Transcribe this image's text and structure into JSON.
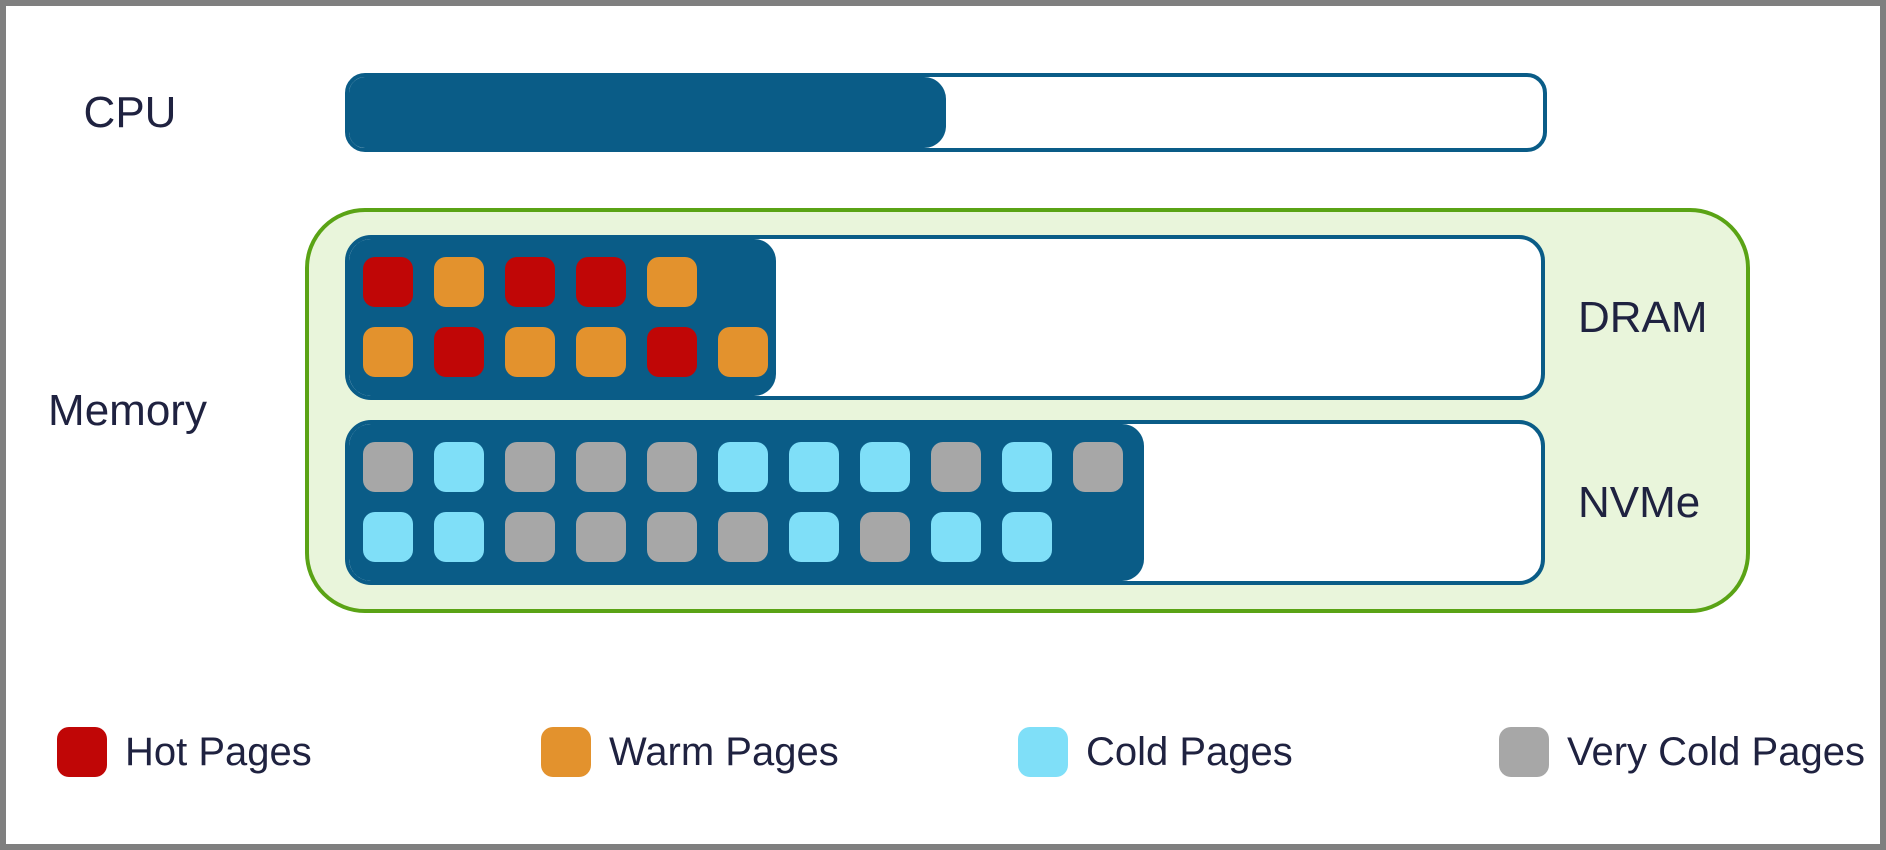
{
  "cpu": {
    "label": "CPU",
    "fill_percent": 50
  },
  "memory": {
    "label": "Memory",
    "tiers": [
      {
        "id": "dram",
        "label": "DRAM",
        "fill_percent": 35.8,
        "rows": [
          [
            "hot",
            "warm",
            "hot",
            "hot",
            "warm"
          ],
          [
            "warm",
            "hot",
            "warm",
            "warm",
            "hot",
            "warm"
          ]
        ]
      },
      {
        "id": "nvme",
        "label": "NVMe",
        "fill_percent": 66.7,
        "rows": [
          [
            "very_cold",
            "cold",
            "very_cold",
            "very_cold",
            "very_cold",
            "cold",
            "cold",
            "cold",
            "very_cold",
            "cold",
            "very_cold"
          ],
          [
            "cold",
            "cold",
            "very_cold",
            "very_cold",
            "very_cold",
            "very_cold",
            "cold",
            "very_cold",
            "cold",
            "cold"
          ]
        ]
      }
    ]
  },
  "legend": [
    {
      "type": "hot",
      "label": "Hot Pages"
    },
    {
      "type": "warm",
      "label": "Warm Pages"
    },
    {
      "type": "cold",
      "label": "Cold Pages"
    },
    {
      "type": "very_cold",
      "label": "Very Cold Pages"
    }
  ],
  "colors": {
    "hot": "#c00606",
    "warm": "#e3922d",
    "cold": "#7fdff8",
    "very_cold": "#a7a7a7",
    "bar_blue": "#0a5c87",
    "green_border": "#5aa315",
    "green_fill": "#e9f5db",
    "text": "#1f2240",
    "frame_gray": "#7f7f7f"
  }
}
